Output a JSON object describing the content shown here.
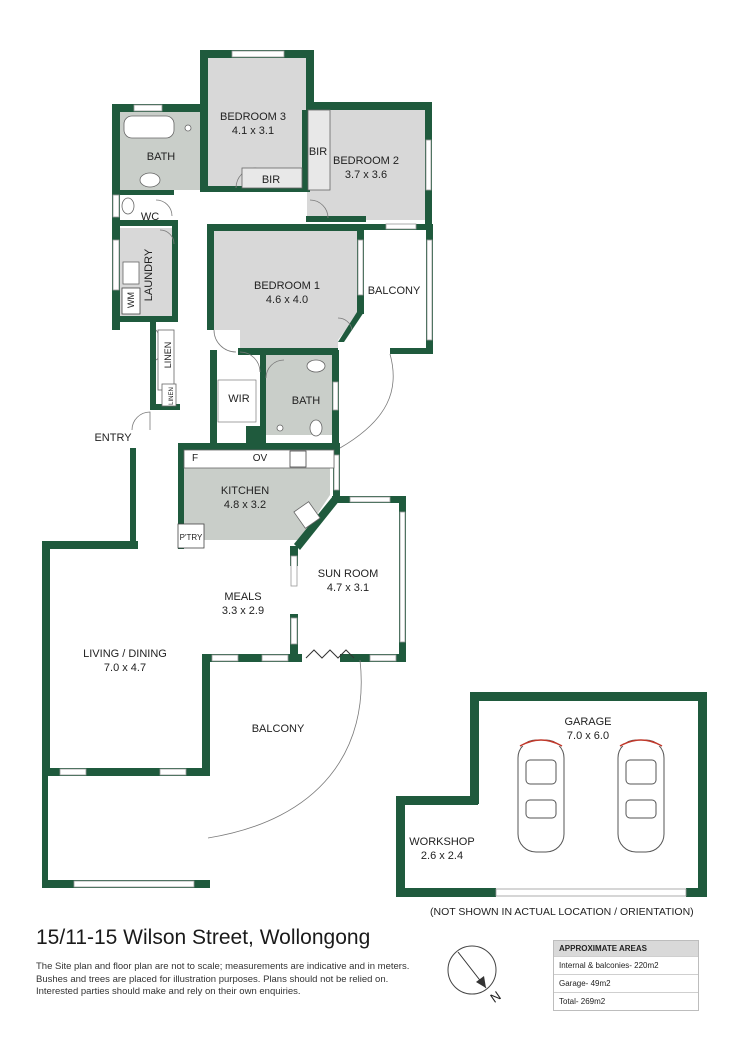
{
  "rooms": {
    "bedroom3": {
      "name": "BEDROOM 3",
      "dims": "4.1 x 3.1"
    },
    "bedroom2": {
      "name": "BEDROOM 2",
      "dims": "3.7 x 3.6"
    },
    "bedroom1": {
      "name": "BEDROOM 1",
      "dims": "4.6 x 4.0"
    },
    "kitchen": {
      "name": "KITCHEN",
      "dims": "4.8 x 3.2"
    },
    "sun_room": {
      "name": "SUN ROOM",
      "dims": "4.7 x 3.1"
    },
    "meals": {
      "name": "MEALS",
      "dims": "3.3 x 2.9"
    },
    "living": {
      "name": "LIVING / DINING",
      "dims": "7.0 x 4.7"
    },
    "garage": {
      "name": "GARAGE",
      "dims": "7.0 x 6.0"
    },
    "workshop": {
      "name": "WORKSHOP",
      "dims": "2.6 x 2.4"
    }
  },
  "labels": {
    "bath_main": "BATH",
    "bath_ensuite": "BATH",
    "bir_bed3": "BIR",
    "bir_bed2": "BIR",
    "wc": "WC",
    "laundry": "LAUNDRY",
    "wm": "WM",
    "linen": "LINEN",
    "linen_small": "LINEN",
    "entry": "ENTRY",
    "wir": "WIR",
    "balcony_bed": "BALCONY",
    "balcony_main": "BALCONY",
    "fridge": "F",
    "oven": "OV",
    "pantry": "P'TRY"
  },
  "note": "(NOT SHOWN IN ACTUAL LOCATION / ORIENTATION)",
  "address": "15/11-15 Wilson Street, Wollongong",
  "disclaimer": [
    "The Site plan and floor plan are not to scale; measurements are indicative and in meters.",
    "Bushes and trees are placed for illustration purposes. Plans should not be relied on.",
    "Interested parties should make and rely on their own enquiries."
  ],
  "compass": {
    "label": "N"
  },
  "areas": {
    "title": "APPROXIMATE AREAS",
    "rows": [
      "Internal & balconies- 220m2",
      "Garage- 49m2",
      "Total- 269m2"
    ]
  },
  "colors": {
    "wall": "#1f5a3d",
    "wet_area": "#c9cec9",
    "bedroom": "#d8d8d8",
    "kitchen": "#c9cec9"
  }
}
